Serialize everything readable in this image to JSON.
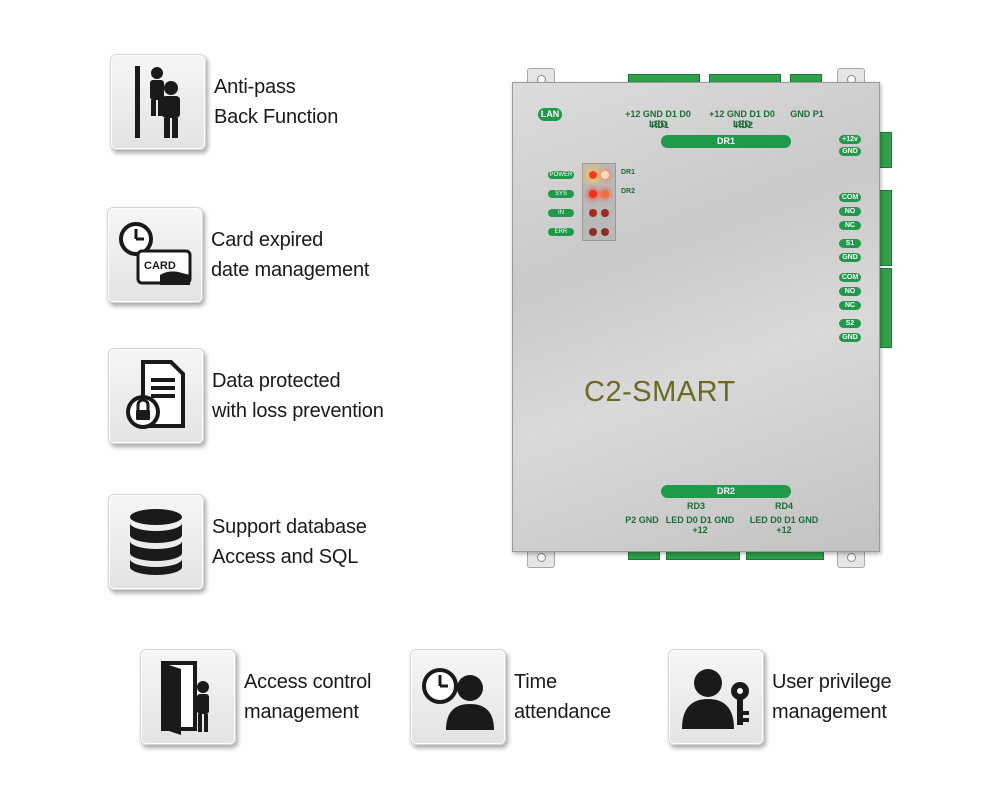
{
  "features": [
    {
      "line1": "Anti-pass",
      "line2": "Back Function",
      "icon": "anti-passback-icon"
    },
    {
      "line1": "Card expired",
      "line2": "date management",
      "icon": "card-expiry-icon",
      "icon_text": "CARD"
    },
    {
      "line1": "Data protected",
      "line2": "with loss prevention",
      "icon": "data-lock-icon"
    },
    {
      "line1": "Support database",
      "line2": "Access and SQL",
      "icon": "database-icon"
    },
    {
      "line1": "Access control",
      "line2": "management",
      "icon": "door-person-icon"
    },
    {
      "line1": "Time",
      "line2": "attendance",
      "icon": "clock-person-icon"
    },
    {
      "line1": "User privilege",
      "line2": "management",
      "icon": "user-key-icon"
    }
  ],
  "device": {
    "name": "C2-SMART",
    "lan": "LAN",
    "dr1": "DR1",
    "dr2": "DR2",
    "rd1": "RD1",
    "rd2": "RD2",
    "rd3": "RD3",
    "rd4": "RD4",
    "top_pins_left": "+12 GND D1 D0 LED",
    "top_pins_mid": "+12 GND D1 D0 LED",
    "top_pins_right": "GND P1",
    "bottom_pins_left": "P2 GND",
    "bottom_pins_mid": "LED D0 D1 GND +12",
    "bottom_pins_right": "LED D0 D1 GND +12",
    "side_power_1": "+12v",
    "side_power_2": "GND",
    "side_relay": [
      "COM",
      "NO",
      "NC",
      "S1",
      "GND",
      "COM",
      "NO",
      "NC",
      "S2",
      "GND"
    ],
    "status_leds": [
      "POWER",
      "SYS",
      "IN",
      "ERR"
    ],
    "door_leds": [
      "DR1",
      "DR2"
    ],
    "colors": {
      "board": "#cfcfcf",
      "terminal": "#2fa14b",
      "label": "#1f9a4a",
      "led_on": "#ff2a1a"
    }
  }
}
